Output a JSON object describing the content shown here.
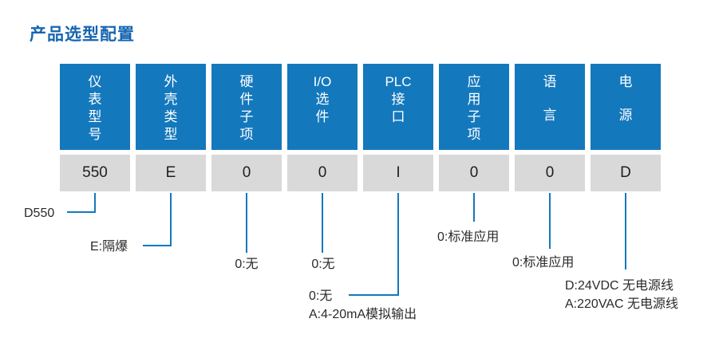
{
  "title": "产品选型配置",
  "colors": {
    "title_blue": "#1565b0",
    "header_bg": "#1478bd",
    "value_bg": "#d9d9d9",
    "connector": "#1478bd",
    "label_text": "#2b2b2b"
  },
  "columns": [
    {
      "name": "仪表型号",
      "header_lines": [
        "仪",
        "表",
        "型",
        "号"
      ],
      "code": "550"
    },
    {
      "name": "外壳类型",
      "header_lines": [
        "外",
        "壳",
        "类",
        "型"
      ],
      "code": "E"
    },
    {
      "name": "硬件子项",
      "header_lines": [
        "硬",
        "件",
        "子",
        "项"
      ],
      "code": "0"
    },
    {
      "name": "I/O选件",
      "header_lines": [
        "I/O",
        "选",
        "件"
      ],
      "code": "0"
    },
    {
      "name": "PLC接口",
      "header_lines": [
        "PLC",
        "接",
        "口"
      ],
      "code": "I"
    },
    {
      "name": "应用子项",
      "header_lines": [
        "应",
        "用",
        "子",
        "项"
      ],
      "code": "0"
    },
    {
      "name": "语言",
      "header_lines": [
        "语",
        "言"
      ],
      "code": "0"
    },
    {
      "name": "电源",
      "header_lines": [
        "电",
        "源"
      ],
      "code": "D"
    }
  ],
  "annotations": {
    "model": "D550",
    "housing": "E:隔爆",
    "hardware": "0:无",
    "io": "0:无",
    "plc_line1": "0:无",
    "plc_line2": "A:4-20mA模拟输出",
    "application": "0:标准应用",
    "language": "0:标准应用",
    "power_line1": "D:24VDC 无电源线",
    "power_line2": "A:220VAC 无电源线"
  }
}
